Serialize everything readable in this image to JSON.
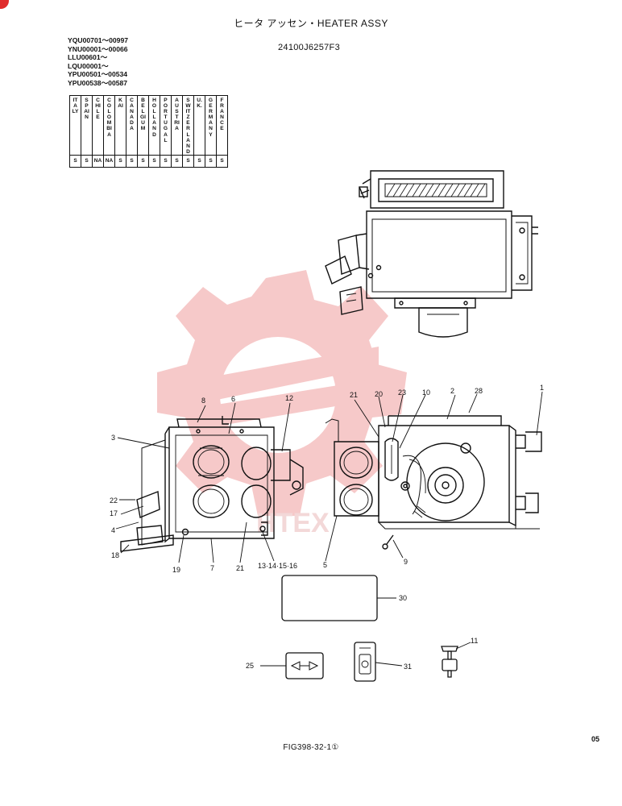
{
  "header": {
    "title": "ヒータ アッセン・HEATER ASSY",
    "part_number": "24100J6257F3"
  },
  "serial_ranges": [
    "YQU00701～00997",
    "YNU00001～00066",
    "LLU00601～",
    "LQU00001～",
    "YPU00501～00534",
    "YPU00538～00587"
  ],
  "country_table": {
    "columns": [
      {
        "name": "ITALY",
        "code": "S"
      },
      {
        "name": "SPAIN",
        "code": "S"
      },
      {
        "name": "CHILE",
        "code": "NA"
      },
      {
        "name": "COLOMBIA",
        "code": "NA"
      },
      {
        "name": "KAI",
        "code": "S"
      },
      {
        "name": "CANADA",
        "code": "S"
      },
      {
        "name": "BELGIUM",
        "code": "S"
      },
      {
        "name": "HOLLAND",
        "code": "S"
      },
      {
        "name": "PORTUGAL",
        "code": "S"
      },
      {
        "name": "AUSTRIA",
        "code": "S"
      },
      {
        "name": "SWITZERLAND",
        "code": "S"
      },
      {
        "name": "U.K.",
        "code": "S"
      },
      {
        "name": "GERMANY",
        "code": "S"
      },
      {
        "name": "FRANCE",
        "code": "S"
      }
    ]
  },
  "callouts": [
    "1",
    "2",
    "28",
    "23",
    "10",
    "20",
    "21",
    "12",
    "6",
    "8",
    "3",
    "22",
    "17",
    "4",
    "18",
    "19",
    "7",
    "21",
    "13·14·15·16",
    "5",
    "9",
    "30",
    "25",
    "31",
    "11"
  ],
  "footer": {
    "figure_id": "FIG398-32-1①",
    "page_code": "05"
  },
  "colors": {
    "ink": "#111111",
    "watermark": "#f6c9c9",
    "corner_badge": "#e02c2c"
  },
  "watermark_text": "HTEX"
}
